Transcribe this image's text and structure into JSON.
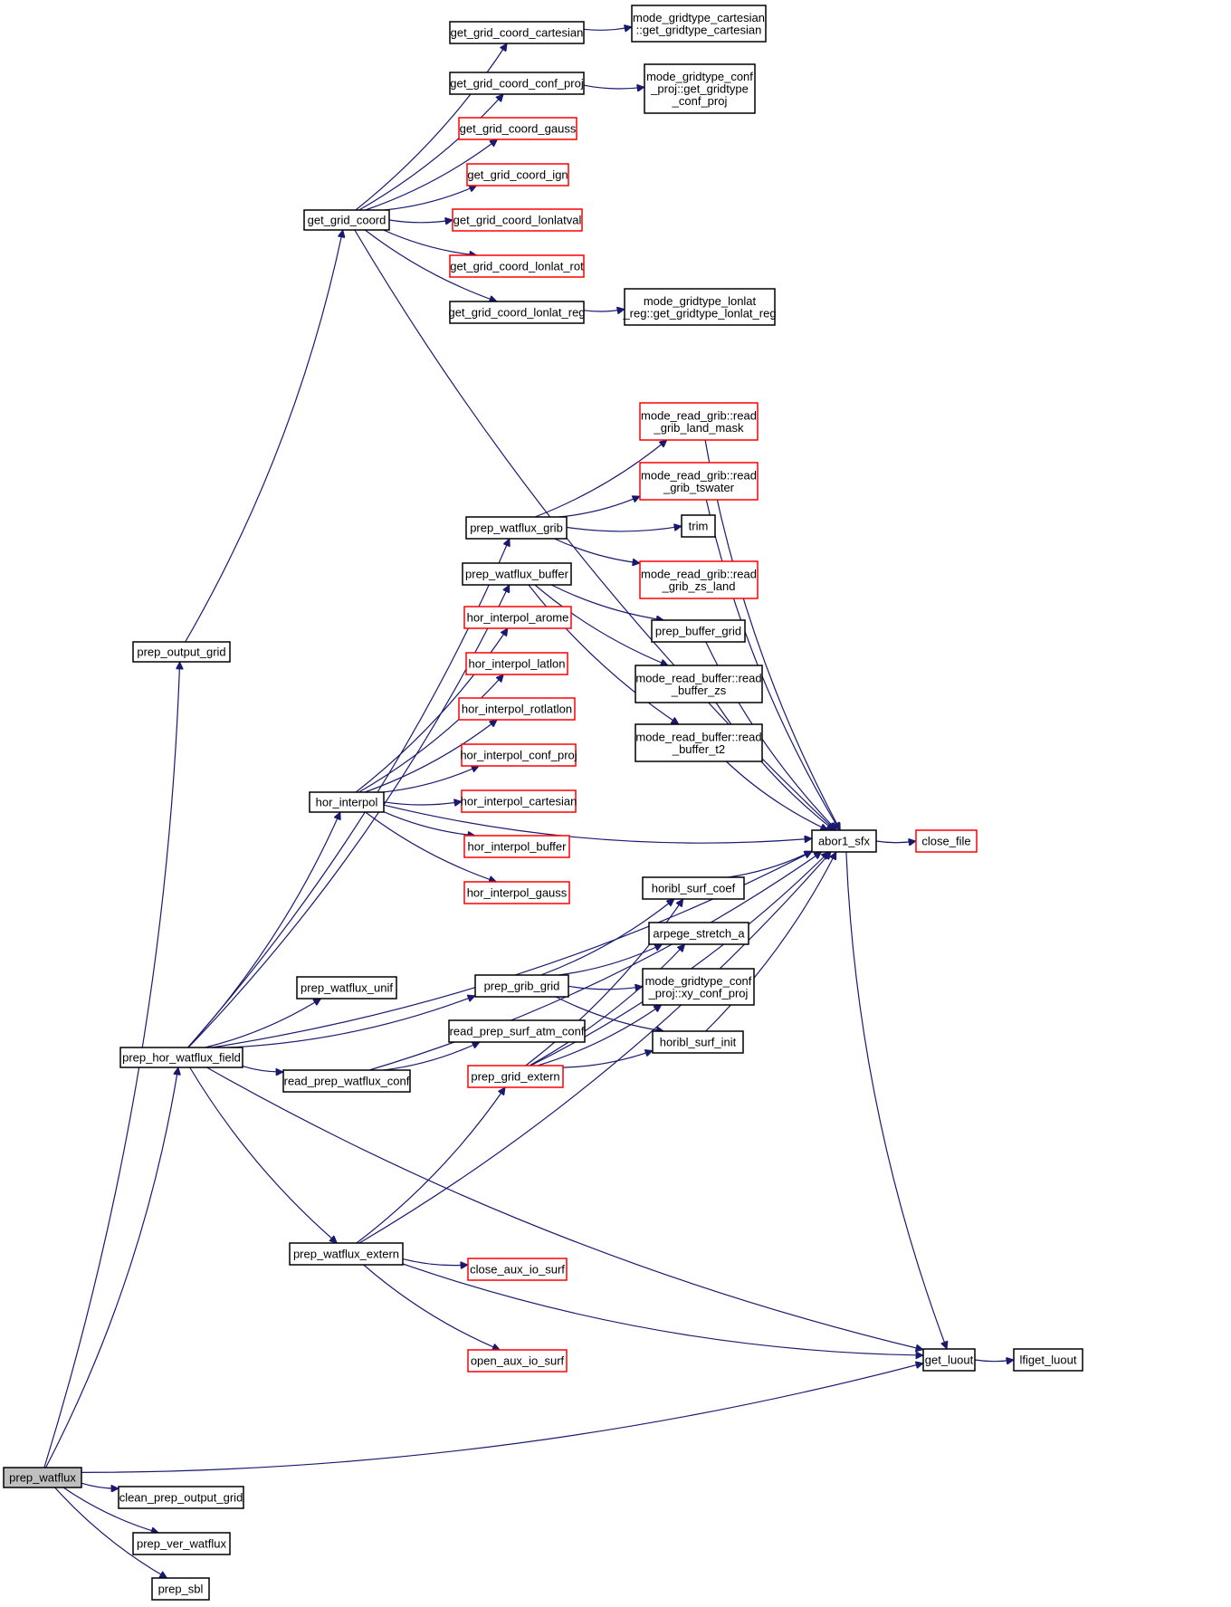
{
  "title": "prep_watflux call graph",
  "colors": {
    "edge": "#191970",
    "node_border": "#000000",
    "node_border_undocumented": "#ff0000",
    "node_fill": "#ffffff",
    "root_fill": "#bfbfbf"
  },
  "nodes": [
    {
      "id": "prep_watflux",
      "lines": [
        "prep_watflux"
      ],
      "style": "root"
    },
    {
      "id": "prep_output_grid",
      "lines": [
        "prep_output_grid"
      ],
      "style": "normal"
    },
    {
      "id": "get_grid_coord",
      "lines": [
        "get_grid_coord"
      ],
      "style": "normal"
    },
    {
      "id": "get_grid_coord_cartesian",
      "lines": [
        "get_grid_coord_cartesian"
      ],
      "style": "normal"
    },
    {
      "id": "mode_gridtype_cartesian",
      "lines": [
        "mode_gridtype_cartesian",
        "::get_gridtype_cartesian"
      ],
      "style": "normal"
    },
    {
      "id": "get_grid_coord_conf_proj",
      "lines": [
        "get_grid_coord_conf_proj"
      ],
      "style": "normal"
    },
    {
      "id": "mode_gridtype_conf_proj_get",
      "lines": [
        "mode_gridtype_conf",
        "_proj::get_gridtype",
        "_conf_proj"
      ],
      "style": "normal"
    },
    {
      "id": "get_grid_coord_gauss",
      "lines": [
        "get_grid_coord_gauss"
      ],
      "style": "red"
    },
    {
      "id": "get_grid_coord_ign",
      "lines": [
        "get_grid_coord_ign"
      ],
      "style": "red"
    },
    {
      "id": "get_grid_coord_lonlatval",
      "lines": [
        "get_grid_coord_lonlatval"
      ],
      "style": "red"
    },
    {
      "id": "get_grid_coord_lonlat_rot",
      "lines": [
        "get_grid_coord_lonlat_rot"
      ],
      "style": "red"
    },
    {
      "id": "get_grid_coord_lonlat_reg",
      "lines": [
        "get_grid_coord_lonlat_reg"
      ],
      "style": "normal"
    },
    {
      "id": "mode_gridtype_lonlat_reg",
      "lines": [
        "mode_gridtype_lonlat",
        "_reg::get_gridtype_lonlat_reg"
      ],
      "style": "normal"
    },
    {
      "id": "read_grib_land_mask",
      "lines": [
        "mode_read_grib::read",
        "_grib_land_mask"
      ],
      "style": "red"
    },
    {
      "id": "read_grib_tswater",
      "lines": [
        "mode_read_grib::read",
        "_grib_tswater"
      ],
      "style": "red"
    },
    {
      "id": "prep_watflux_grib",
      "lines": [
        "prep_watflux_grib"
      ],
      "style": "normal"
    },
    {
      "id": "trim",
      "lines": [
        "trim"
      ],
      "style": "normal"
    },
    {
      "id": "read_grib_zs_land",
      "lines": [
        "mode_read_grib::read",
        "_grib_zs_land"
      ],
      "style": "red"
    },
    {
      "id": "prep_watflux_buffer",
      "lines": [
        "prep_watflux_buffer"
      ],
      "style": "normal"
    },
    {
      "id": "prep_buffer_grid",
      "lines": [
        "prep_buffer_grid"
      ],
      "style": "normal"
    },
    {
      "id": "read_buffer_zs",
      "lines": [
        "mode_read_buffer::read",
        "_buffer_zs"
      ],
      "style": "normal"
    },
    {
      "id": "read_buffer_t2",
      "lines": [
        "mode_read_buffer::read",
        "_buffer_t2"
      ],
      "style": "normal"
    },
    {
      "id": "hor_interpol_arome",
      "lines": [
        "hor_interpol_arome"
      ],
      "style": "red"
    },
    {
      "id": "hor_interpol_latlon",
      "lines": [
        "hor_interpol_latlon"
      ],
      "style": "red"
    },
    {
      "id": "hor_interpol_rotlatlon",
      "lines": [
        "hor_interpol_rotlatlon"
      ],
      "style": "red"
    },
    {
      "id": "hor_interpol_conf_proj",
      "lines": [
        "hor_interpol_conf_proj"
      ],
      "style": "red"
    },
    {
      "id": "hor_interpol",
      "lines": [
        "hor_interpol"
      ],
      "style": "normal"
    },
    {
      "id": "hor_interpol_cartesian",
      "lines": [
        "hor_interpol_cartesian"
      ],
      "style": "red"
    },
    {
      "id": "hor_interpol_buffer",
      "lines": [
        "hor_interpol_buffer"
      ],
      "style": "red"
    },
    {
      "id": "hor_interpol_gauss",
      "lines": [
        "hor_interpol_gauss"
      ],
      "style": "red"
    },
    {
      "id": "abor1_sfx",
      "lines": [
        "abor1_sfx"
      ],
      "style": "normal"
    },
    {
      "id": "close_file",
      "lines": [
        "close_file"
      ],
      "style": "red"
    },
    {
      "id": "horibl_surf_coef",
      "lines": [
        "horibl_surf_coef"
      ],
      "style": "normal"
    },
    {
      "id": "arpege_stretch_a",
      "lines": [
        "arpege_stretch_a"
      ],
      "style": "normal"
    },
    {
      "id": "prep_watflux_unif",
      "lines": [
        "prep_watflux_unif"
      ],
      "style": "normal"
    },
    {
      "id": "prep_grib_grid",
      "lines": [
        "prep_grib_grid"
      ],
      "style": "normal"
    },
    {
      "id": "xy_conf_proj",
      "lines": [
        "mode_gridtype_conf",
        "_proj::xy_conf_proj"
      ],
      "style": "normal"
    },
    {
      "id": "read_prep_surf_atm_conf",
      "lines": [
        "read_prep_surf_atm_conf"
      ],
      "style": "normal"
    },
    {
      "id": "horibl_surf_init",
      "lines": [
        "horibl_surf_init"
      ],
      "style": "normal"
    },
    {
      "id": "prep_hor_watflux_field",
      "lines": [
        "prep_hor_watflux_field"
      ],
      "style": "normal"
    },
    {
      "id": "read_prep_watflux_conf",
      "lines": [
        "read_prep_watflux_conf"
      ],
      "style": "normal"
    },
    {
      "id": "prep_grid_extern",
      "lines": [
        "prep_grid_extern"
      ],
      "style": "red"
    },
    {
      "id": "prep_watflux_extern",
      "lines": [
        "prep_watflux_extern"
      ],
      "style": "normal"
    },
    {
      "id": "close_aux_io_surf",
      "lines": [
        "close_aux_io_surf"
      ],
      "style": "red"
    },
    {
      "id": "open_aux_io_surf",
      "lines": [
        "open_aux_io_surf"
      ],
      "style": "red"
    },
    {
      "id": "get_luout",
      "lines": [
        "get_luout"
      ],
      "style": "normal"
    },
    {
      "id": "lfiget_luout",
      "lines": [
        "lfiget_luout"
      ],
      "style": "normal"
    },
    {
      "id": "clean_prep_output_grid",
      "lines": [
        "clean_prep_output_grid"
      ],
      "style": "normal"
    },
    {
      "id": "prep_ver_watflux",
      "lines": [
        "prep_ver_watflux"
      ],
      "style": "normal"
    },
    {
      "id": "prep_sbl",
      "lines": [
        "prep_sbl"
      ],
      "style": "normal"
    }
  ],
  "edges": [
    [
      "prep_watflux",
      "prep_output_grid"
    ],
    [
      "prep_watflux",
      "prep_hor_watflux_field"
    ],
    [
      "prep_watflux",
      "get_luout"
    ],
    [
      "prep_watflux",
      "clean_prep_output_grid"
    ],
    [
      "prep_watflux",
      "prep_ver_watflux"
    ],
    [
      "prep_watflux",
      "prep_sbl"
    ],
    [
      "prep_output_grid",
      "get_grid_coord"
    ],
    [
      "get_grid_coord",
      "get_grid_coord_cartesian"
    ],
    [
      "get_grid_coord",
      "get_grid_coord_conf_proj"
    ],
    [
      "get_grid_coord",
      "get_grid_coord_gauss"
    ],
    [
      "get_grid_coord",
      "get_grid_coord_ign"
    ],
    [
      "get_grid_coord",
      "get_grid_coord_lonlatval"
    ],
    [
      "get_grid_coord",
      "get_grid_coord_lonlat_rot"
    ],
    [
      "get_grid_coord",
      "get_grid_coord_lonlat_reg"
    ],
    [
      "get_grid_coord",
      "abor1_sfx"
    ],
    [
      "get_grid_coord_cartesian",
      "mode_gridtype_cartesian"
    ],
    [
      "get_grid_coord_conf_proj",
      "mode_gridtype_conf_proj_get"
    ],
    [
      "get_grid_coord_lonlat_reg",
      "mode_gridtype_lonlat_reg"
    ],
    [
      "prep_hor_watflux_field",
      "prep_watflux_grib"
    ],
    [
      "prep_hor_watflux_field",
      "prep_watflux_buffer"
    ],
    [
      "prep_hor_watflux_field",
      "hor_interpol"
    ],
    [
      "prep_hor_watflux_field",
      "prep_watflux_unif"
    ],
    [
      "prep_hor_watflux_field",
      "prep_grib_grid"
    ],
    [
      "prep_hor_watflux_field",
      "read_prep_watflux_conf"
    ],
    [
      "prep_hor_watflux_field",
      "abor1_sfx"
    ],
    [
      "prep_hor_watflux_field",
      "prep_watflux_extern"
    ],
    [
      "prep_hor_watflux_field",
      "get_luout"
    ],
    [
      "prep_watflux_grib",
      "read_grib_land_mask"
    ],
    [
      "prep_watflux_grib",
      "read_grib_tswater"
    ],
    [
      "prep_watflux_grib",
      "trim"
    ],
    [
      "prep_watflux_grib",
      "read_grib_zs_land"
    ],
    [
      "prep_watflux_buffer",
      "prep_buffer_grid"
    ],
    [
      "prep_watflux_buffer",
      "read_buffer_zs"
    ],
    [
      "prep_watflux_buffer",
      "read_buffer_t2"
    ],
    [
      "hor_interpol",
      "hor_interpol_arome"
    ],
    [
      "hor_interpol",
      "hor_interpol_latlon"
    ],
    [
      "hor_interpol",
      "hor_interpol_rotlatlon"
    ],
    [
      "hor_interpol",
      "hor_interpol_conf_proj"
    ],
    [
      "hor_interpol",
      "hor_interpol_cartesian"
    ],
    [
      "hor_interpol",
      "hor_interpol_buffer"
    ],
    [
      "hor_interpol",
      "hor_interpol_gauss"
    ],
    [
      "hor_interpol",
      "abor1_sfx"
    ],
    [
      "read_grib_land_mask",
      "abor1_sfx"
    ],
    [
      "read_grib_tswater",
      "abor1_sfx"
    ],
    [
      "prep_buffer_grid",
      "abor1_sfx"
    ],
    [
      "read_buffer_zs",
      "abor1_sfx"
    ],
    [
      "read_buffer_t2",
      "abor1_sfx"
    ],
    [
      "abor1_sfx",
      "close_file"
    ],
    [
      "abor1_sfx",
      "get_luout"
    ],
    [
      "horibl_surf_coef",
      "abor1_sfx"
    ],
    [
      "prep_grib_grid",
      "horibl_surf_coef"
    ],
    [
      "prep_grib_grid",
      "arpege_stretch_a"
    ],
    [
      "prep_grib_grid",
      "xy_conf_proj"
    ],
    [
      "prep_grib_grid",
      "horibl_surf_init"
    ],
    [
      "horibl_surf_init",
      "abor1_sfx"
    ],
    [
      "read_prep_watflux_conf",
      "read_prep_surf_atm_conf"
    ],
    [
      "read_prep_watflux_conf",
      "abor1_sfx"
    ],
    [
      "prep_grid_extern",
      "horibl_surf_coef"
    ],
    [
      "prep_grid_extern",
      "arpege_stretch_a"
    ],
    [
      "prep_grid_extern",
      "xy_conf_proj"
    ],
    [
      "prep_grid_extern",
      "horibl_surf_init"
    ],
    [
      "prep_grid_extern",
      "abor1_sfx"
    ],
    [
      "prep_watflux_extern",
      "prep_grid_extern"
    ],
    [
      "prep_watflux_extern",
      "abor1_sfx"
    ],
    [
      "prep_watflux_extern",
      "close_aux_io_surf"
    ],
    [
      "prep_watflux_extern",
      "get_luout"
    ],
    [
      "prep_watflux_extern",
      "open_aux_io_surf"
    ],
    [
      "get_luout",
      "lfiget_luout"
    ]
  ]
}
